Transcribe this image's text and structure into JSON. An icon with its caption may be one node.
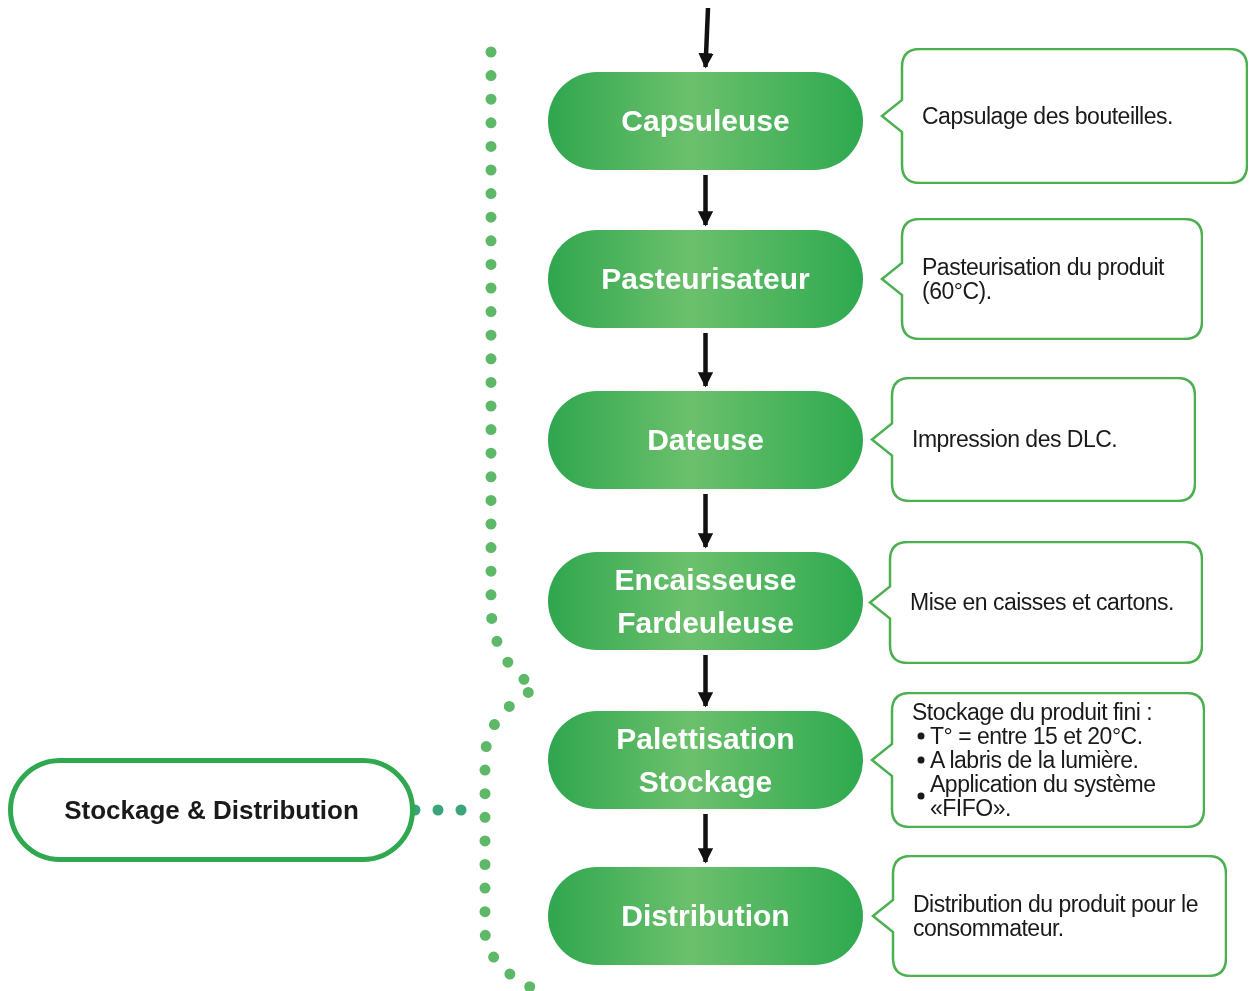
{
  "diagram": {
    "nodes": [
      {
        "text": [
          "Capsuleuse"
        ]
      },
      {
        "text": [
          "Pasteurisateur"
        ]
      },
      {
        "text": [
          "Dateuse"
        ]
      },
      {
        "text": [
          "Encaisseuse Fardeuleuse"
        ]
      },
      {
        "text": [
          "Palettisation Stockage"
        ]
      },
      {
        "text": [
          "Distribution"
        ]
      },
      {
        "text": [
          "Stockage & Distribution"
        ]
      },
      {
        "text": [
          "Capsulage des bouteilles."
        ]
      },
      {
        "text": [
          "Pasteurisation du produit (60°C)."
        ]
      },
      {
        "text": [
          "Impression des DLC."
        ]
      },
      {
        "text": [
          "Mise en caisses et cartons."
        ]
      },
      {
        "text": [
          "Stockage du produit fini :",
          "T° = entre 15 et 20°C.",
          "A labris de la lumière.",
          "Application du système «FIFO»."
        ]
      },
      {
        "text": [
          "Distribution du produit pour le consommateur."
        ]
      }
    ],
    "edges": [
      {
        "from": null,
        "to": 0,
        "arrow": "to"
      },
      {
        "from": 0,
        "to": 1,
        "arrow": "to"
      },
      {
        "from": 1,
        "to": 2,
        "arrow": "to"
      },
      {
        "from": 2,
        "to": 3,
        "arrow": "to"
      },
      {
        "from": 3,
        "to": 4,
        "arrow": "to"
      },
      {
        "from": 4,
        "to": 5,
        "arrow": "to"
      },
      {
        "from": 6,
        "to": null,
        "arrow": "none",
        "style": "dashed",
        "color": "#3aa57a"
      }
    ]
  }
}
